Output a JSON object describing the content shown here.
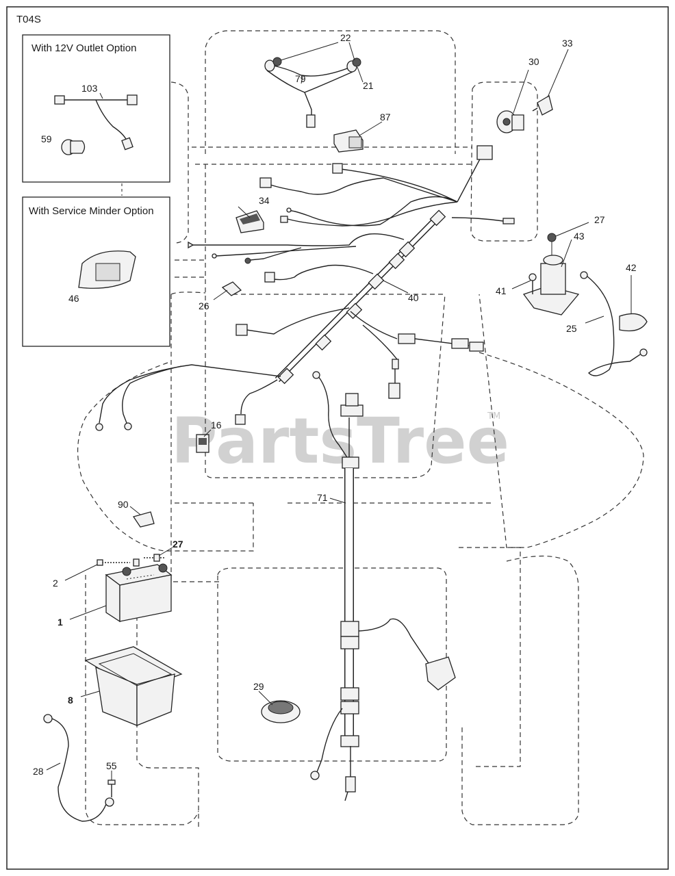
{
  "diagram_code": "T04S",
  "option_boxes": {
    "outlet": "With 12V Outlet Option",
    "service": "With Service Minder Option"
  },
  "watermark": {
    "text": "PartsTree",
    "mark": "TM"
  },
  "callouts": {
    "c22": "22",
    "c79": "79",
    "c21": "21",
    "c87": "87",
    "c30": "30",
    "c33": "33",
    "c103": "103",
    "c59": "59",
    "c46": "46",
    "c34": "34",
    "c26": "26",
    "c40": "40",
    "c27a": "27",
    "c43": "43",
    "c41": "41",
    "c42": "42",
    "c25": "25",
    "c16": "16",
    "c71": "71",
    "c90": "90",
    "c27b": "27",
    "c2": "2",
    "c1": "1",
    "c8": "8",
    "c29": "29",
    "c28": "28",
    "c55": "55"
  }
}
